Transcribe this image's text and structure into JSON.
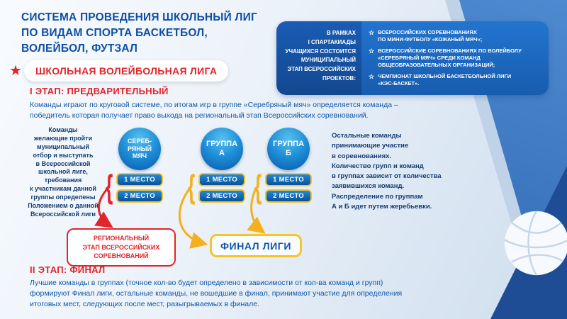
{
  "colors": {
    "blue": "#0f57aa",
    "red": "#e2242b",
    "navy": "#143c72",
    "yellow": "#f5c52c"
  },
  "header": {
    "main_title": "СИСТЕМА ПРОВЕДЕНИЯ ШКОЛЬНЫЙ ЛИГ\nПО ВИДАМ СПОРТА БАСКЕТБОЛ,\nВОЛЕЙБОЛ, ФУТЗАЛ",
    "star_icon": "★",
    "league_title": "ШКОЛЬНАЯ ВОЛЕЙБОЛЬНАЯ ЛИГА"
  },
  "info_box": {
    "intro": "В РАМКАХ\nI СПАРТАКИАДЫ\nУЧАЩИХСЯ СОСТОИТСЯ\nМУНИЦИПАЛЬНЫЙ\nЭТАП ВСЕРОССИЙСКИХ\nПРОЕКТОВ:",
    "bullet_icon": "☆",
    "items": [
      "ВСЕРОССИЙСКИХ СОРЕВНОВАНИЯХ\nПО МИНИ-ФУТБОЛУ «КОЖАНЫЙ МЯЧ»;",
      "ВСЕРОССИЙСКИЕ СОРЕВНОВАНИЯХ ПО ВОЛЕЙБОЛУ\n«СЕРЕБРЯНЫЙ МЯЧ» СРЕДИ КОМАНД\nОБЩЕОБРАЗОВАТЕЛЬНЫХ ОРГАНИЗАЦИЙ;",
      "ЧЕМПИОНАТ ШКОЛЬНОЙ БАСКЕТБОЛЬНОЙ ЛИГИ\n«КЭС-БАСКЕТ»."
    ]
  },
  "stage1": {
    "heading": "I ЭТАП: ПРЕДВАРИТЕЛЬНЫЙ",
    "description": "Команды играют по круговой системе, по итогам игр в группе «Серебряный мяч» определяется команда –\nпобедитель которая получает право выхода на региональный этап Всероссийских соревнований.",
    "left_note": "Команды\nжелающие пройти\nмуниципальный\nотбор и выступать\nв Всероссийской\nшкольной лиге,\nтребования\nк участникам данной\nгруппы определены\nПоложением о данной\nВсероссийской лиги",
    "right_note": "Остальные команды\nпринимающие участие\nв соревнованиях.\nКоличество групп и команд\nв группах зависит от количества\nзаявившихся команд.\nРаспределение по группам\nА и Б идет путем жеребьевки."
  },
  "groups": [
    {
      "name": "СЕРЕБ-\nРЯНЫЙ\nМЯЧ",
      "places": [
        "1 МЕСТО",
        "2 МЕСТО"
      ]
    },
    {
      "name": "ГРУППА\nА",
      "places": [
        "1 МЕСТО",
        "2 МЕСТО"
      ]
    },
    {
      "name": "ГРУППА\nБ",
      "places": [
        "1 МЕСТО",
        "2 МЕСТО"
      ]
    }
  ],
  "diagram": {
    "brace_icon": "{"
  },
  "regional_box": "РЕГИОНАЛЬНЫЙ\nЭТАП ВСЕРОССИЙСКИХ\nСОРЕВНОВАНИЙ",
  "final_box": "ФИНАЛ ЛИГИ",
  "stage2": {
    "heading": "II ЭТАП: ФИНАЛ",
    "description": "Лучшие команды в группах (точное кол-во будет определено в зависимости от кол-ва команд и групп)\nформируют Финал лиги, остальные команды, не вошедшие в финал, принимают участие для определения\nитоговых мест, следующих после мест, разыгрываемых в финале."
  }
}
